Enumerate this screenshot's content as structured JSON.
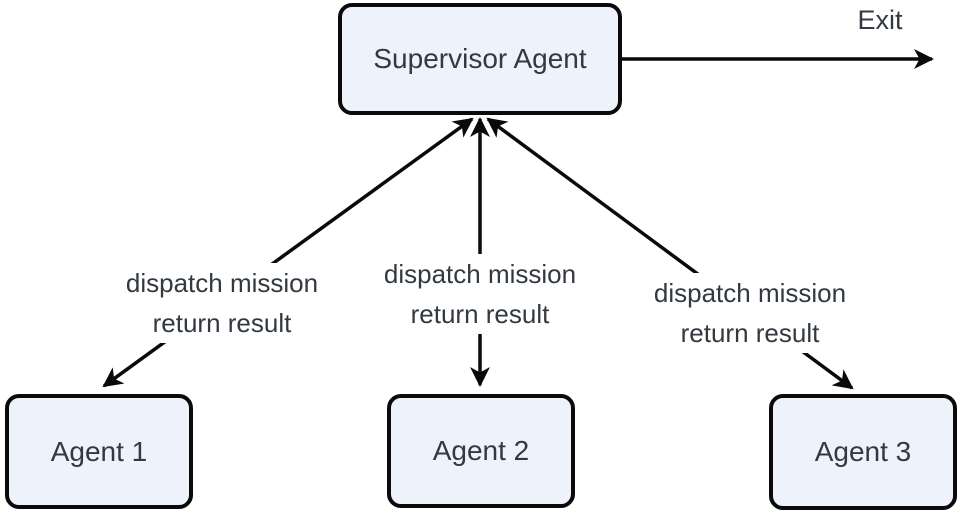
{
  "diagram": {
    "type": "flowchart",
    "nodes": {
      "supervisor": {
        "label": "Supervisor Agent"
      },
      "agent1": {
        "label": "Agent 1"
      },
      "agent2": {
        "label": "Agent 2"
      },
      "agent3": {
        "label": "Agent 3"
      }
    },
    "edges": [
      {
        "from": "Supervisor Agent",
        "to": "Agent 1",
        "direction": "bidirectional",
        "label_line1": "dispatch mission",
        "label_line2": "return result"
      },
      {
        "from": "Supervisor Agent",
        "to": "Agent 2",
        "direction": "bidirectional",
        "label_line1": "dispatch mission",
        "label_line2": "return result"
      },
      {
        "from": "Supervisor Agent",
        "to": "Agent 3",
        "direction": "bidirectional",
        "label_line1": "dispatch mission",
        "label_line2": "return result"
      },
      {
        "from": "Supervisor Agent",
        "to": "exit",
        "direction": "one-way",
        "label": "Exit"
      }
    ],
    "colors": {
      "background": "#ffffff",
      "node_fill": "#edf2fb",
      "node_border": "#0a0a0a",
      "edge_line": "#0a0a0a",
      "text": "#333940"
    }
  }
}
